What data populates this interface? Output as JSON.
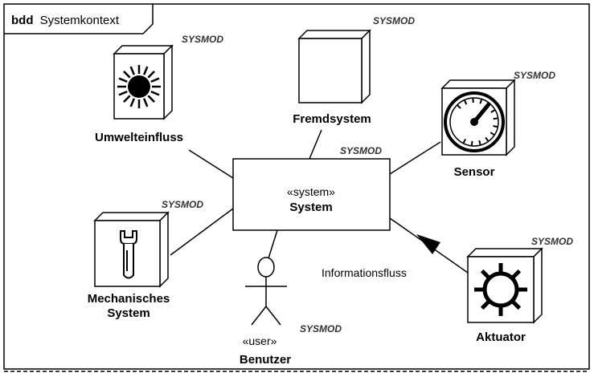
{
  "frame": {
    "kind": "bdd",
    "name": "Systemkontext"
  },
  "system": {
    "stereotype": "«system»",
    "name": "System",
    "profile": "SYSMOD"
  },
  "blocks": {
    "umwelteinfluss": {
      "name": "Umwelteinfluss",
      "profile": "SYSMOD",
      "icon": "sun-icon"
    },
    "fremdsystem": {
      "name": "Fremdsystem",
      "profile": "SYSMOD",
      "icon": "cube-icon"
    },
    "sensor": {
      "name": "Sensor",
      "profile": "SYSMOD",
      "icon": "gauge-icon"
    },
    "mechanisch": {
      "name_line1": "Mechanisches",
      "name_line2": "System",
      "profile": "SYSMOD",
      "icon": "wrench-icon"
    },
    "aktuator": {
      "name": "Aktuator",
      "profile": "SYSMOD",
      "icon": "actuator-gear-icon"
    }
  },
  "actor": {
    "stereotype": "«user»",
    "name": "Benutzer",
    "profile": "SYSMOD",
    "icon": "stick-figure-icon"
  },
  "flow_label": "Informationsfluss"
}
